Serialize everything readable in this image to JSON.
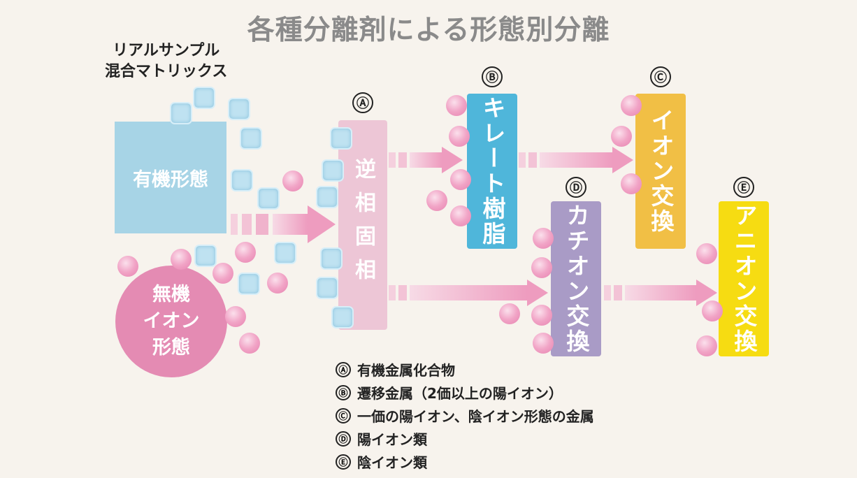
{
  "title": "各種分離剤による形態別分離",
  "sample": {
    "line1": "リアルサンプル",
    "line2": "混合マトリックス"
  },
  "organic_form": "有機形態",
  "inorganic_form": {
    "line1": "無機",
    "line2": "イオン",
    "line3": "形態"
  },
  "columns": [
    {
      "mark": "Ⓐ",
      "label": "逆相固相",
      "color": "#edc6d6"
    },
    {
      "mark": "Ⓑ",
      "label": "キレート樹脂",
      "color": "#4fb6da"
    },
    {
      "mark": "Ⓒ",
      "label": "イオン交換",
      "color": "#f1bf45"
    },
    {
      "mark": "Ⓓ",
      "label": "カチオン交換",
      "color": "#a99bc6"
    },
    {
      "mark": "Ⓔ",
      "label": "アニオン交換",
      "color": "#f6dc12"
    }
  ],
  "legend": [
    {
      "mark": "Ⓐ",
      "text": "有機金属化合物"
    },
    {
      "mark": "Ⓑ",
      "text": "遷移金属（2価以上の陽イオン）"
    },
    {
      "mark": "Ⓒ",
      "text": "一価の陽イオン、陰イオン形態の金属"
    },
    {
      "mark": "Ⓓ",
      "text": "陽イオン類"
    },
    {
      "mark": "Ⓔ",
      "text": "陰イオン類"
    }
  ],
  "colors": {
    "arrow": "#f0a6c4",
    "cube": "#bfe2f1",
    "ball": "#e783b0",
    "title": "#8a8a8a"
  }
}
